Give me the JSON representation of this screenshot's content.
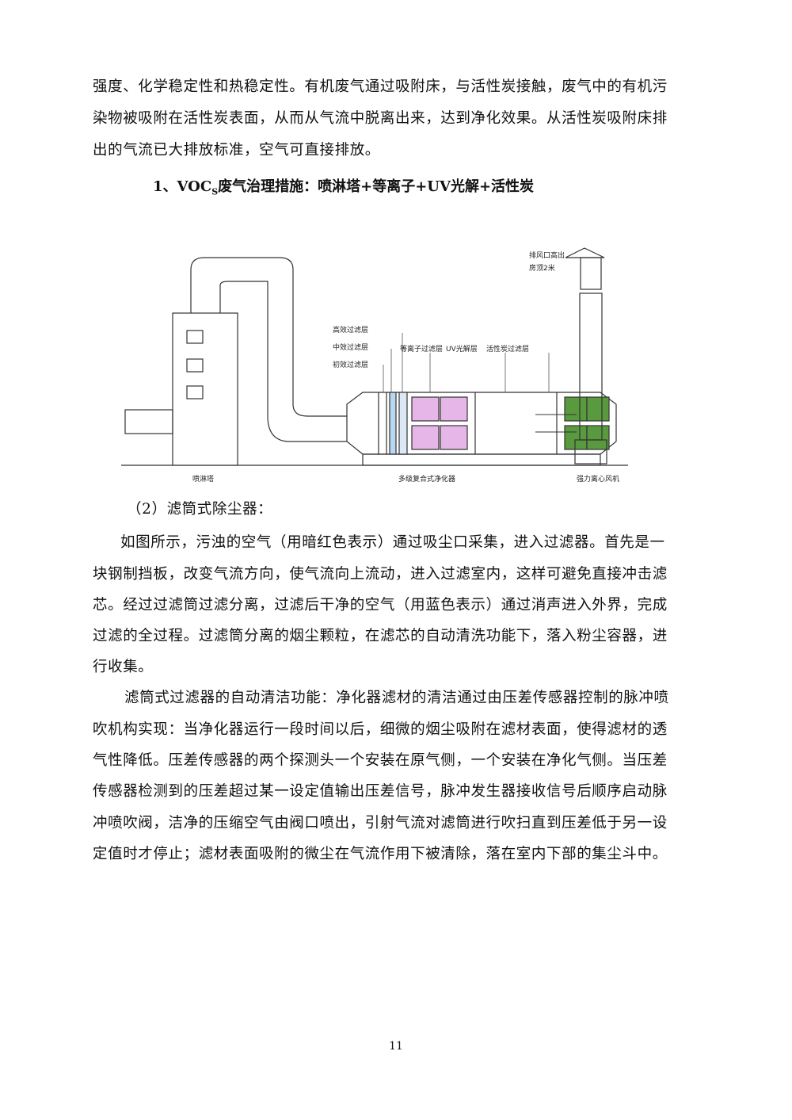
{
  "para1_lines": [
    "强度、化学稳定性和热稳定性。有机废气通过吸附床，与活性炭接触，废气中的有机污",
    "染物被吸附在活性炭表面，从而从气流中脱离出来，达到净化效果。从活性炭吸附床排",
    "出的气流已大排放标准，空气可直接排放。"
  ],
  "heading": {
    "prefix": "1、VOC",
    "sub": "S",
    "rest": "废气治理措施：喷淋塔+等离子+UV光解+活性炭"
  },
  "diagram": {
    "chimney_note_1": "排风口高出",
    "chimney_note_2": "房顶2米",
    "layer_high": "高效过滤层",
    "layer_mid": "中效过滤层",
    "layer_low": "初效过滤层",
    "layer_plasma": "等离子过滤层",
    "layer_uv": "UV光解层",
    "layer_carbon": "活性炭过滤层",
    "tower": "喷淋塔",
    "purifier": "多级复合式净化器",
    "fan": "强力离心风机"
  },
  "subheading": "（2）滤筒式除尘器：",
  "para2_lines": [
    "如图所示，污浊的空气（用暗红色表示）通过吸尘口采集，进入过滤器。首先是一",
    "块钢制挡板，改变气流方向，使气流向上流动，进入过滤室内，这样可避免直接冲击滤",
    "芯。经过过滤筒过滤分离，过滤后干净的空气（用蓝色表示）通过消声进入外界，完成",
    "过滤的全过程。过滤筒分离的烟尘颗粒，在滤芯的自动清洗功能下，落入粉尘容器，进",
    "行收集。"
  ],
  "para3_lines": [
    "滤筒式过滤器的自动清洁功能：净化器滤材的清洁通过由压差传感器控制的脉冲喷",
    "吹机构实现：当净化器运行一段时间以后，细微的烟尘吸附在滤材表面，使得滤材的透",
    "气性降低。压差传感器的两个探测头一个安装在原气侧，一个安装在净化气侧。当压差",
    "传感器检测到的压差超过某一设定值输出压差信号，脉冲发生器接收信号后顺序启动脉",
    "冲喷吹阀，洁净的压缩空气由阀口喷出，引射气流对滤筒进行吹扫直到压差低于另一设",
    "定值时才停止；滤材表面吸附的微尘在气流作用下被清除，落在室内下部的集尘斗中。"
  ],
  "page_number": "11"
}
